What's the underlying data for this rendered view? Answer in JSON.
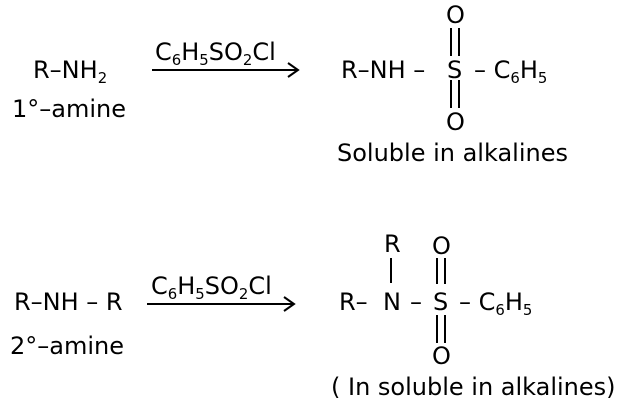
{
  "reaction1": {
    "reactant": {
      "prefix": "R–NH",
      "sub": "2"
    },
    "reactant_label": "1°–amine",
    "reagent": {
      "parts": [
        "C",
        "6",
        "H",
        "5",
        "SO",
        "2",
        "Cl"
      ]
    },
    "product": {
      "left": "R–NH – ",
      "sulfur": "S",
      "right_prefix": "– C",
      "right_sub1": "6",
      "right_mid": "H",
      "right_sub2": "5",
      "oxygen_top": "O",
      "oxygen_bottom": "O"
    },
    "solubility": "Soluble in alkalines"
  },
  "reaction2": {
    "reactant": "R–NH – R",
    "reactant_label": "2°–amine",
    "reagent": {
      "parts": [
        "C",
        "6",
        "H",
        "5",
        "SO",
        "2",
        "Cl"
      ]
    },
    "product": {
      "r_top": "R",
      "left": "R– ",
      "nitrogen": "N",
      "dash": "–",
      "sulfur": "S",
      "right_prefix": "– C",
      "right_sub1": "6",
      "right_mid": "H",
      "right_sub2": "5",
      "oxygen_top": "O",
      "oxygen_bottom": "O"
    },
    "solubility": "( In soluble in alkalines)"
  }
}
